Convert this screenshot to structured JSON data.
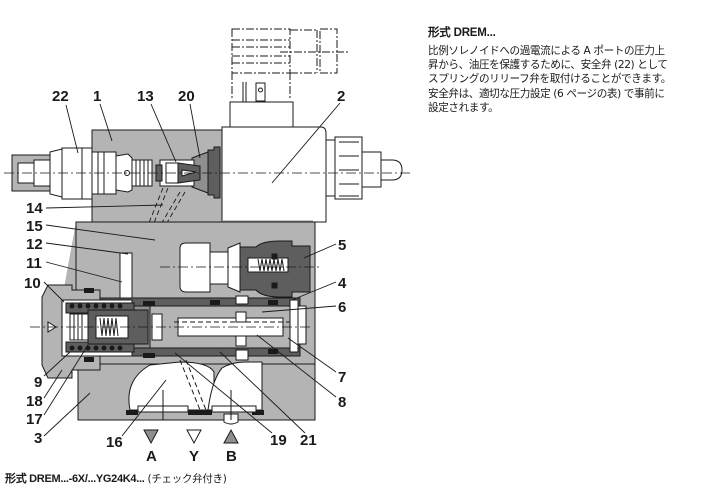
{
  "description": {
    "title": "形式 DREM...",
    "lines": [
      "比例ソレノイドへの過電流による A ポートの圧力上",
      "昇から、油圧を保護するために、安全弁 (22) として",
      "スプリングのリリーフ弁を取付けることができます。",
      "安全弁は、適切な圧力設定 (6 ページの表) で事前に",
      "設定されます。"
    ]
  },
  "caption": {
    "bold": "形式 DREM...-6X/...YG24K4...",
    "normal": " (チェック弁付き)"
  },
  "callouts": {
    "c1": "1",
    "c2": "2",
    "c3": "3",
    "c4": "4",
    "c5": "5",
    "c6": "6",
    "c7": "7",
    "c8": "8",
    "c9": "9",
    "c10": "10",
    "c11": "11",
    "c12": "12",
    "c13": "13",
    "c14": "14",
    "c15": "15",
    "c16": "16",
    "c17": "17",
    "c18": "18",
    "c19": "19",
    "c20": "20",
    "c21": "21",
    "c22": "22"
  },
  "ports": {
    "a": "A",
    "y": "Y",
    "b": "B"
  },
  "colors": {
    "housing": "#b4b4b4",
    "dark_part": "#5e5e5e",
    "mid_part": "#8f8f8f",
    "line": "#1a1a1a"
  }
}
